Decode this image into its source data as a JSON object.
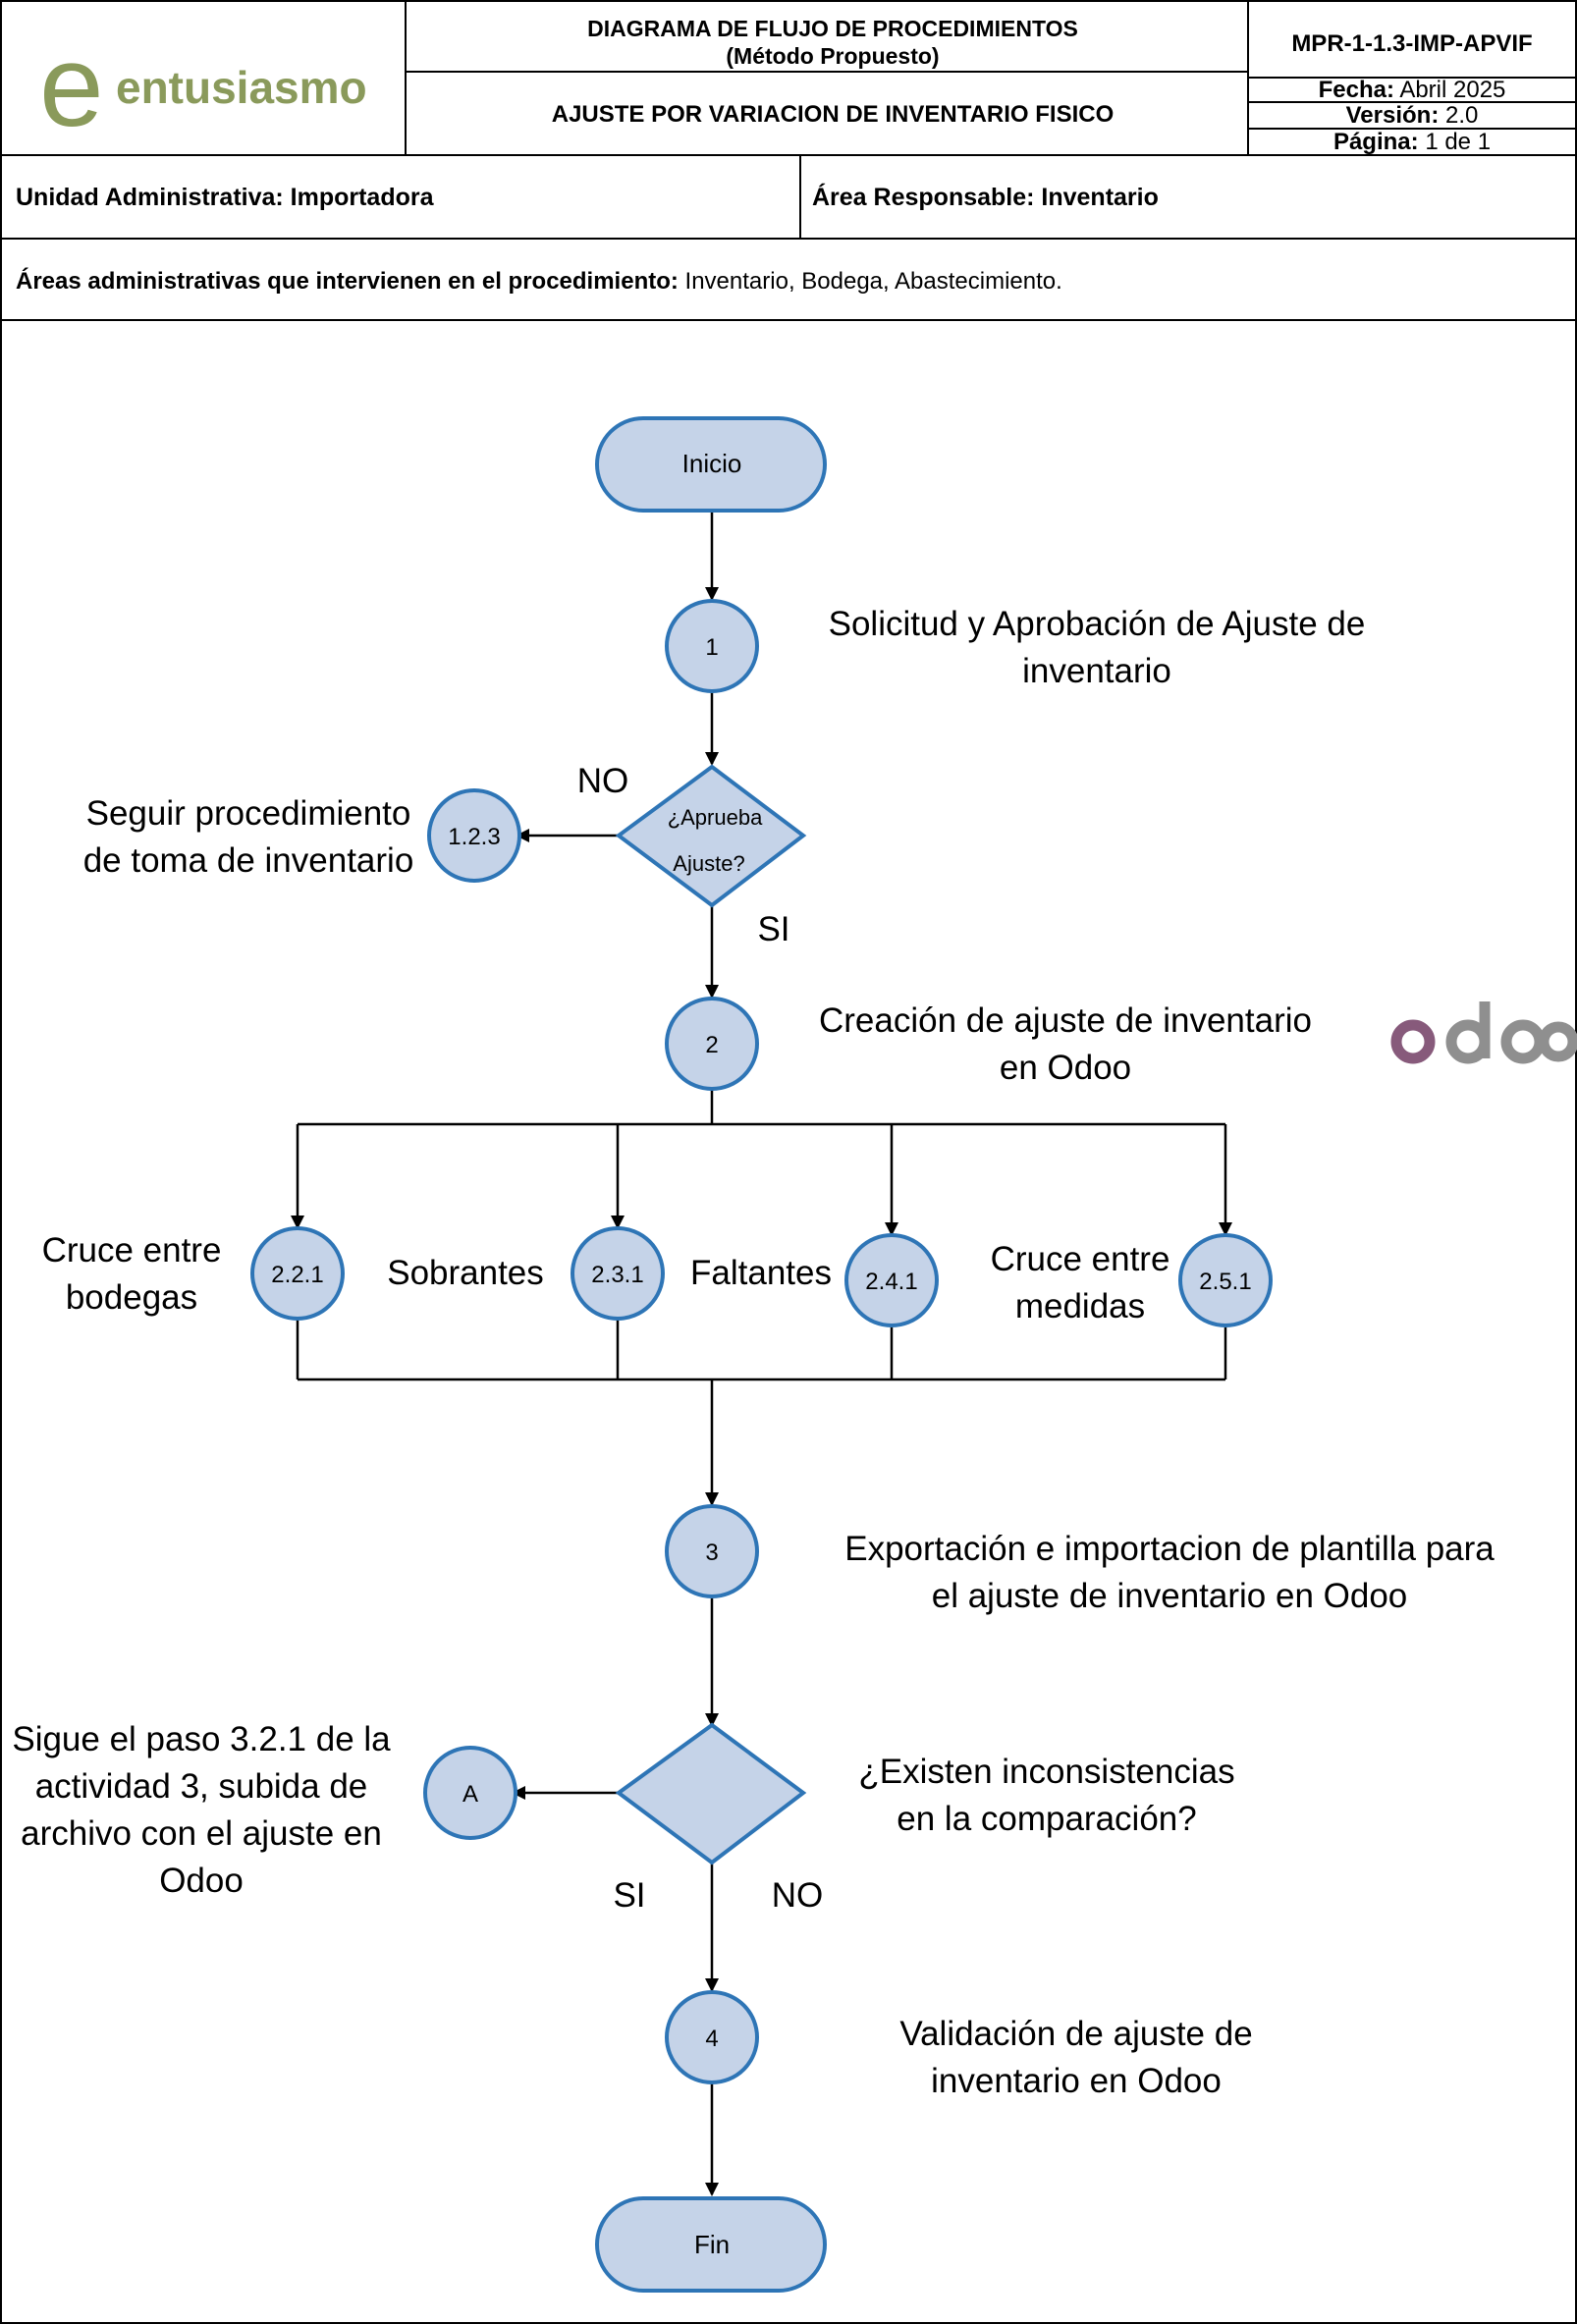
{
  "header": {
    "logo_text": "entusiasmo",
    "title_line1": "DIAGRAMA DE FLUJO DE PROCEDIMIENTOS",
    "title_line2": "(Método Propuesto)",
    "subtitle": "AJUSTE POR VARIACION DE INVENTARIO FISICO",
    "code": "MPR-1-1.3-IMP-APVIF",
    "fecha_label": "Fecha:",
    "fecha_value": "Abril 2025",
    "version_label": "Versión:",
    "version_value": "2.0",
    "pagina_label": "Página:",
    "pagina_value": "1 de 1"
  },
  "info": {
    "unidad": "Unidad Administrativa: Importadora",
    "area": "Área Responsable: Inventario",
    "areas_label": "Áreas administrativas que intervienen en el procedimiento:",
    "areas_value": " Inventario, Bodega, Abastecimiento."
  },
  "flow": {
    "start": "Inicio",
    "end": "Fin",
    "brand_logo": "odoo",
    "step1": {
      "num": "1",
      "line1": "Solicitud y Aprobación  de Ajuste de",
      "line2": "inventario"
    },
    "decision1": {
      "line1": "¿Aprueba",
      "line2": "Ajuste?",
      "no": "NO",
      "yes": "SI"
    },
    "step123": {
      "num": "1.2.3",
      "line1": "Seguir procedimiento",
      "line2": "de toma de inventario"
    },
    "step2": {
      "num": "2",
      "line1": "Creación de ajuste de inventario",
      "line2": "en Odoo"
    },
    "step221": {
      "num": "2.2.1",
      "line1": "Cruce entre",
      "line2": "bodegas"
    },
    "step231": {
      "num": "2.3.1",
      "label": "Sobrantes"
    },
    "step241": {
      "num": "2.4.1",
      "label": "Faltantes"
    },
    "step251": {
      "num": "2.5.1",
      "line1": "Cruce entre",
      "line2": "medidas"
    },
    "step3": {
      "num": "3",
      "line1": "Exportación e importacion de plantilla para",
      "line2": "el ajuste de inventario en Odoo"
    },
    "decision2": {
      "line1": "¿Existen inconsistencias",
      "line2": "en la comparación?",
      "yes": "SI",
      "no": "NO"
    },
    "stepA": {
      "num": "A",
      "line1": "Sigue el paso 3.2.1 de la",
      "line2": "actividad 3, subida de",
      "line3": "archivo con el ajuste en",
      "line4": "Odoo"
    },
    "step4": {
      "num": "4",
      "line1": "Validación de ajuste de",
      "line2": "inventario en Odoo"
    }
  },
  "colors": {
    "node_fill": "#c5d3e8",
    "node_stroke": "#2e75b6",
    "line": "#000000",
    "logo_green": "#8a9a5b",
    "odoo_purple": "#875a7b",
    "odoo_gray": "#8f8f8f"
  }
}
